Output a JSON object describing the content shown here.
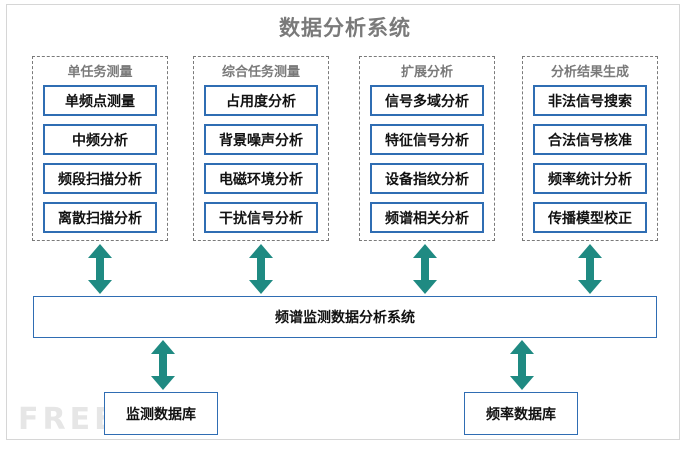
{
  "title": "数据分析系统",
  "groups": [
    {
      "label": "单任务测量",
      "items": [
        "单频点测量",
        "中频分析",
        "频段扫描分析",
        "离散扫描分析"
      ]
    },
    {
      "label": "综合任务测量",
      "items": [
        "占用度分析",
        "背景噪声分析",
        "电磁环境分析",
        "干扰信号分析"
      ]
    },
    {
      "label": "扩展分析",
      "items": [
        "信号多域分析",
        "特征信号分析",
        "设备指纹分析",
        "频谱相关分析"
      ]
    },
    {
      "label": "分析结果生成",
      "items": [
        "非法信号搜索",
        "合法信号核准",
        "频率统计分析",
        "传播模型校正"
      ]
    }
  ],
  "center_system": "频谱监测数据分析系统",
  "databases": [
    "监测数据库",
    "频率数据库"
  ],
  "watermark": "FREEBUF",
  "colors": {
    "box_border": "#2f6db3",
    "arrow": "#1f8a82",
    "dashed": "#7a7a7a",
    "title": "#7a7a7a"
  }
}
